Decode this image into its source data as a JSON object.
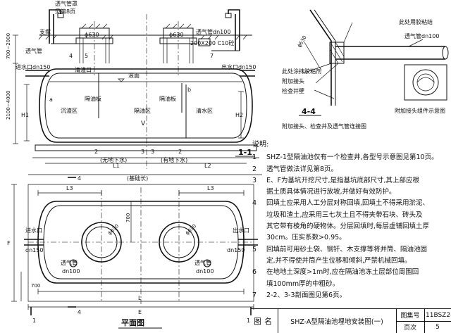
{
  "section_view": {
    "vent_cap": "透气管罩",
    "vent_cap_ref": "见第8页",
    "bracket": "支撑",
    "vent_pipe_left": "透气管",
    "vent_pipe_right": "透气管dn100",
    "manhole_dia_1": "ϕ630",
    "manhole_dia_2": "ϕ630",
    "concrete_base": "200X200 C10砼",
    "dim_cover_depth": "700~2000",
    "dim_height": "2100~4000",
    "inlet_pipe": "进水口dn150",
    "outlet_pipe": "出水口dn150",
    "sediment_port": "清渣口",
    "liquid_level": "液面",
    "partition_1": "隔油板",
    "partition_2": "隔油板",
    "zone_sediment": "沉渣区",
    "zone_oil": "隔油区",
    "zone_clear": "清水区",
    "vol_symbol": "V",
    "h1": "H1",
    "h2": "H2",
    "a": "a",
    "b": "b",
    "l1": "L1",
    "l2": "L2",
    "no_groundwater": "(无地下水)",
    "groundwater": "(有地下水)",
    "base_length": "(基础长)",
    "num_4": "4",
    "num_5": "5",
    "num_7": "7",
    "num_2": "2",
    "num_2b": "2",
    "num_3": "3",
    "num_3b": "3",
    "view_name": "1-1"
  },
  "detail_view": {
    "glue_label": "此处用胶粘结",
    "dia": "ϕ630",
    "vent_pipe": "透气管dn100",
    "glue_coat": "此处涂抹胶粘剂",
    "joint": "附加接头",
    "well_wall": "检查井壁",
    "view_name": "4-4",
    "caption": "附加接头、检查井及透气管连接图",
    "fitting_caption": "附加接头组件示意图"
  },
  "plan_view": {
    "l3_left": "L3",
    "l3_right": "L3",
    "dim_700_top": "700",
    "dim_700_left": "700",
    "dia_left": "ϕ630",
    "dia_right": "ϕ630",
    "inlet": "进水口",
    "inlet_size": "dn150",
    "outlet": "出水口",
    "outlet_size": "dn150",
    "vent_left": "透气管",
    "vent_left_size": "dn100",
    "vent_right": "透气管",
    "vent_right_size": "dn100",
    "f": "F",
    "e": "E",
    "l_bottom": "L",
    "mark_1": "1",
    "mark_1b": "1",
    "mark_4": "4",
    "mark_4b": "4",
    "title": "平面图"
  },
  "notes": {
    "title": "说明:",
    "items": [
      {
        "num": "1",
        "text": "SHZ-1型隔油池仅有一个检查井,各型号示意图见第10页。"
      },
      {
        "num": "2",
        "text": "透气管做法详见第8页。"
      },
      {
        "num": "3",
        "text": "E、F为基坑开挖尺寸,是指基坑底部尺寸,其上部应根\n据土质具体情况进行放坡,并做好有效防护。"
      },
      {
        "num": "4",
        "text": "回填土应采用人工分层对称回填,回填土不得采用淤泥、\n垃圾和渣土,应采用三七灰土且不得夹带石块、砖头及\n其它带有棱角的硬物体。分层回填时,每层虚铺回填土厚\n30cm。压实系数>0.95。"
      },
      {
        "num": "5",
        "text": "回填前可用砂土袋、钢钎、木支撑等将并筒、隔油池固\n定,并不得使并筒产生位移和倾斜,严禁机械回填。"
      },
      {
        "num": "6",
        "text": "在地地土深度>1m时,应在隔油池冻土层部位周围回\n填100mm厚的中粗砂。"
      },
      {
        "num": "7",
        "text": "2-2、3-3剖面图见第6页。"
      }
    ]
  },
  "title_block": {
    "label_name": "图名",
    "drawing_name": "SHZ-A型隔油池埋地安装图(一)",
    "label_atlas": "图集号",
    "atlas_no": "11BSZ2-",
    "label_page": "页次",
    "page_no": "5"
  }
}
